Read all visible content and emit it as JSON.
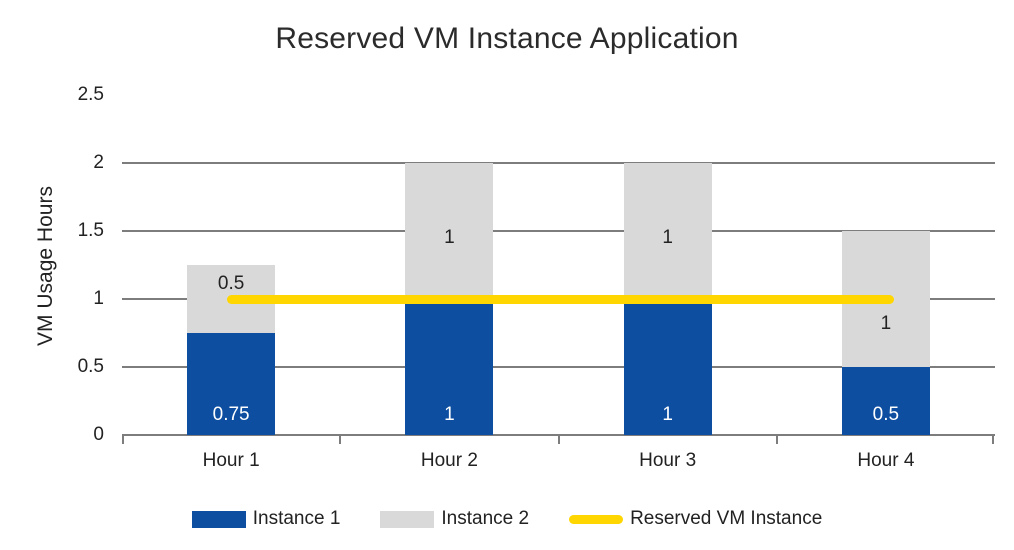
{
  "chart_data": {
    "type": "bar",
    "stacked": true,
    "title": "Reserved VM Instance Application",
    "xlabel": "",
    "ylabel": "VM Usage Hours",
    "categories": [
      "Hour 1",
      "Hour 2",
      "Hour 3",
      "Hour 4"
    ],
    "series": [
      {
        "name": "Instance 1",
        "color": "#0d4ea0",
        "label_color": "#ffffff",
        "values": [
          0.75,
          1,
          1,
          0.5
        ]
      },
      {
        "name": "Instance 2",
        "color": "#d9d9d9",
        "label_color": "#222222",
        "values": [
          0.5,
          1,
          1,
          1
        ]
      }
    ],
    "reference_line": {
      "name": "Reserved VM Instance",
      "value": 1,
      "color": "#ffd600"
    },
    "ylim": [
      0,
      2.5
    ],
    "ytick_labels": [
      "0",
      "0.5",
      "1",
      "1.5",
      "2",
      "2.5"
    ],
    "grid": true,
    "legend_position": "bottom",
    "data_labels": true,
    "axis_color": "#7d7d7d",
    "text_color": "#222222"
  }
}
